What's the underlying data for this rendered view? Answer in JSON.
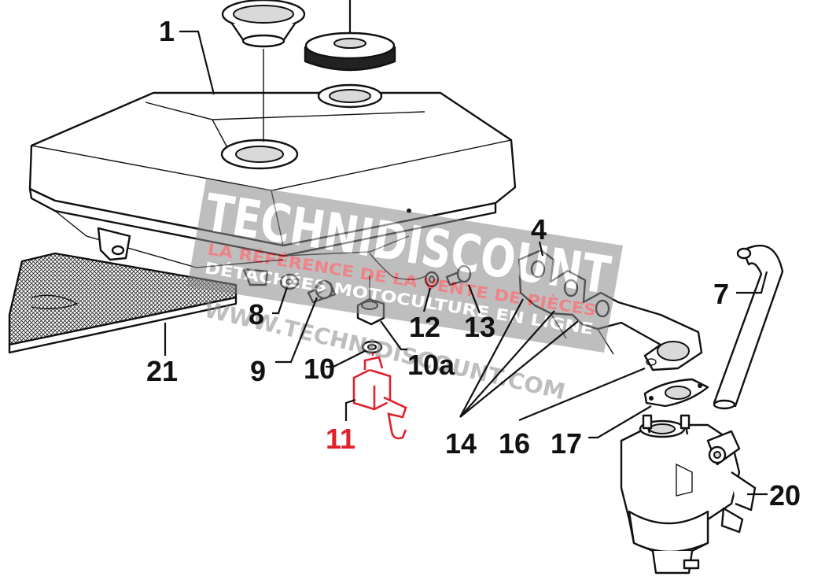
{
  "diagram": {
    "callouts": [
      {
        "id": "1",
        "label": "1"
      },
      {
        "id": "4",
        "label": "4"
      },
      {
        "id": "7",
        "label": "7"
      },
      {
        "id": "8",
        "label": "8"
      },
      {
        "id": "9",
        "label": "9"
      },
      {
        "id": "10",
        "label": "10"
      },
      {
        "id": "10a",
        "label": "10a"
      },
      {
        "id": "11",
        "label": "11"
      },
      {
        "id": "12",
        "label": "12"
      },
      {
        "id": "13",
        "label": "13"
      },
      {
        "id": "14",
        "label": "14"
      },
      {
        "id": "16",
        "label": "16"
      },
      {
        "id": "17",
        "label": "17"
      },
      {
        "id": "20",
        "label": "20"
      },
      {
        "id": "21",
        "label": "21"
      }
    ],
    "highlight_color": "#e0202a",
    "line_color": "#111111"
  },
  "watermark": {
    "brand": "TECHNIDISCOUNT",
    "tagline_1": "LA RÉFÉRENCE DE LA VENTE DE PIÈCES",
    "tagline_2": "DÉTACHÉES MOTOCULTURE EN LIGNE",
    "url": "WWW.TECHNIDISCOUNT.COM",
    "color": "#8a8a8a"
  }
}
